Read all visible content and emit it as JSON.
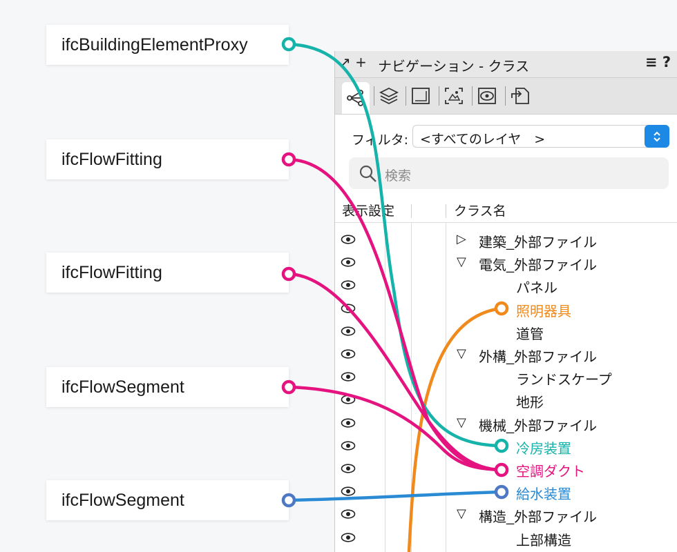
{
  "ifc_entities": [
    {
      "label": "ifcBuildingElementProxy"
    },
    {
      "label": "ifcFlowFitting"
    },
    {
      "label": "ifcFlowFitting"
    },
    {
      "label": "ifcFlowSegment"
    },
    {
      "label": "ifcFlowSegment"
    }
  ],
  "panel": {
    "title": "ナビゲーション - クラス",
    "tools_left": "↗ +",
    "tools_right": "≡ ?",
    "filter_label": "フィルタ:",
    "filter_value": "<すべてのレイヤ　>",
    "search_placeholder": "検索",
    "col_visibility": "表示設定",
    "col_class_name": "クラス名"
  },
  "rows": [
    {
      "label": "建築_外部ファイル",
      "toggle": "▷",
      "indent": 0,
      "color": "#1a1a1a"
    },
    {
      "label": "電気_外部ファイル",
      "toggle": "▽",
      "indent": 0,
      "color": "#1a1a1a"
    },
    {
      "label": "パネル",
      "toggle": "",
      "indent": 1,
      "color": "#1a1a1a"
    },
    {
      "label": "照明器具",
      "toggle": "",
      "indent": 1,
      "color": "#f08a1c"
    },
    {
      "label": "道管",
      "toggle": "",
      "indent": 1,
      "color": "#1a1a1a"
    },
    {
      "label": "外構_外部ファイル",
      "toggle": "▽",
      "indent": 0,
      "color": "#1a1a1a"
    },
    {
      "label": "ランドスケープ",
      "toggle": "",
      "indent": 1,
      "color": "#1a1a1a"
    },
    {
      "label": "地形",
      "toggle": "",
      "indent": 1,
      "color": "#1a1a1a"
    },
    {
      "label": "機械_外部ファイル",
      "toggle": "▽",
      "indent": 0,
      "color": "#1a1a1a"
    },
    {
      "label": "冷房装置",
      "toggle": "",
      "indent": 1,
      "color": "#16b3aa"
    },
    {
      "label": "空調ダクト",
      "toggle": "",
      "indent": 1,
      "color": "#e4137f"
    },
    {
      "label": "給水装置",
      "toggle": "",
      "indent": 1,
      "color": "#2a8bd4"
    },
    {
      "label": "構造_外部ファイル",
      "toggle": "▽",
      "indent": 0,
      "color": "#1a1a1a"
    },
    {
      "label": "上部構造",
      "toggle": "",
      "indent": 1,
      "color": "#1a1a1a"
    }
  ],
  "colors": {
    "teal": "#16b3aa",
    "magenta": "#e4137f",
    "orange": "#f08a1c",
    "blue": "#2a8bd4",
    "blue_node": "#4c78c4",
    "accent_select": "#1e88e5"
  }
}
